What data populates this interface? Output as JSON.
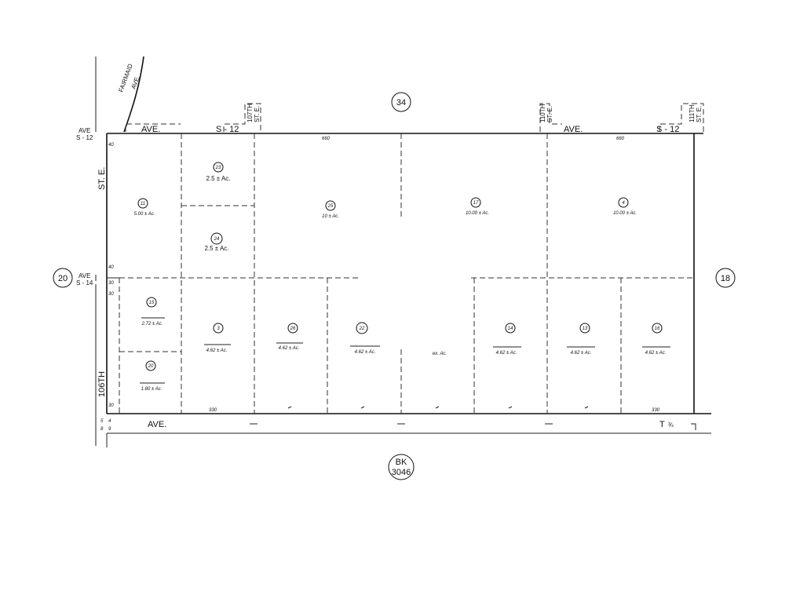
{
  "streets": {
    "fairmaid_1": "FAIRMAID",
    "fairmaid_2": "AVE.",
    "top_ave": "AVE.",
    "top_s12": "S - 12",
    "top_ave_right": "AVE.",
    "top_s12_right": "S - 12",
    "st_107_1": "107TH",
    "st_107_2": "ST. E.",
    "st_110_1": "110TH",
    "st_110_2": "ST. E.",
    "st_111_1": "111TH",
    "st_111_2": "ST. E.",
    "left_ave_s12_1": "AVE",
    "left_ave_s12_2": "S - 12",
    "left_ave_s14_1": "AVE",
    "left_ave_s14_2": "S - 14",
    "st_e_vertical": "ST. E.",
    "st_106_vertical": "106TH",
    "bottom_ave": "AVE.",
    "bottom_t": "T",
    "bottom_frac": "¾",
    "corner_nums": [
      "5",
      "4",
      "8",
      "9"
    ]
  },
  "adjacent": {
    "top": "34",
    "left": "20",
    "right": "18",
    "book_1": "BK",
    "book_2": "3046"
  },
  "dimensions": {
    "top_1": "660",
    "top_2": "660",
    "bottom_1": "330",
    "bottom_2": "330",
    "left_1": "40",
    "left_2": "40",
    "left_3": "30",
    "left_4": "30",
    "left_5": "30"
  },
  "parcels": [
    {
      "num": "11",
      "area": "5.00 ± Ac."
    },
    {
      "num": "23",
      "area": "2.5 ± Ac."
    },
    {
      "num": "24",
      "area": "2.5 ± Ac."
    },
    {
      "num": "25",
      "area": "10 ± Ac."
    },
    {
      "num": "17",
      "area": "10.00 ± Ac."
    },
    {
      "num": "4",
      "area": "10.00 ± Ac."
    },
    {
      "num": "15",
      "area": "2.72 ± Ac."
    },
    {
      "num": "20",
      "area": "1.80 ± Ac."
    },
    {
      "num": "3",
      "area": "4.62 ± Ac."
    },
    {
      "num": "26",
      "area": "4.62 ± Ac."
    },
    {
      "num": "22",
      "area": "4.62 ± Ac."
    },
    {
      "num": "",
      "area": "ex. Ac."
    },
    {
      "num": "14",
      "area": "4.62 ± Ac."
    },
    {
      "num": "13",
      "area": "4.62 ± Ac."
    },
    {
      "num": "16",
      "area": "4.62 ± Ac."
    }
  ]
}
